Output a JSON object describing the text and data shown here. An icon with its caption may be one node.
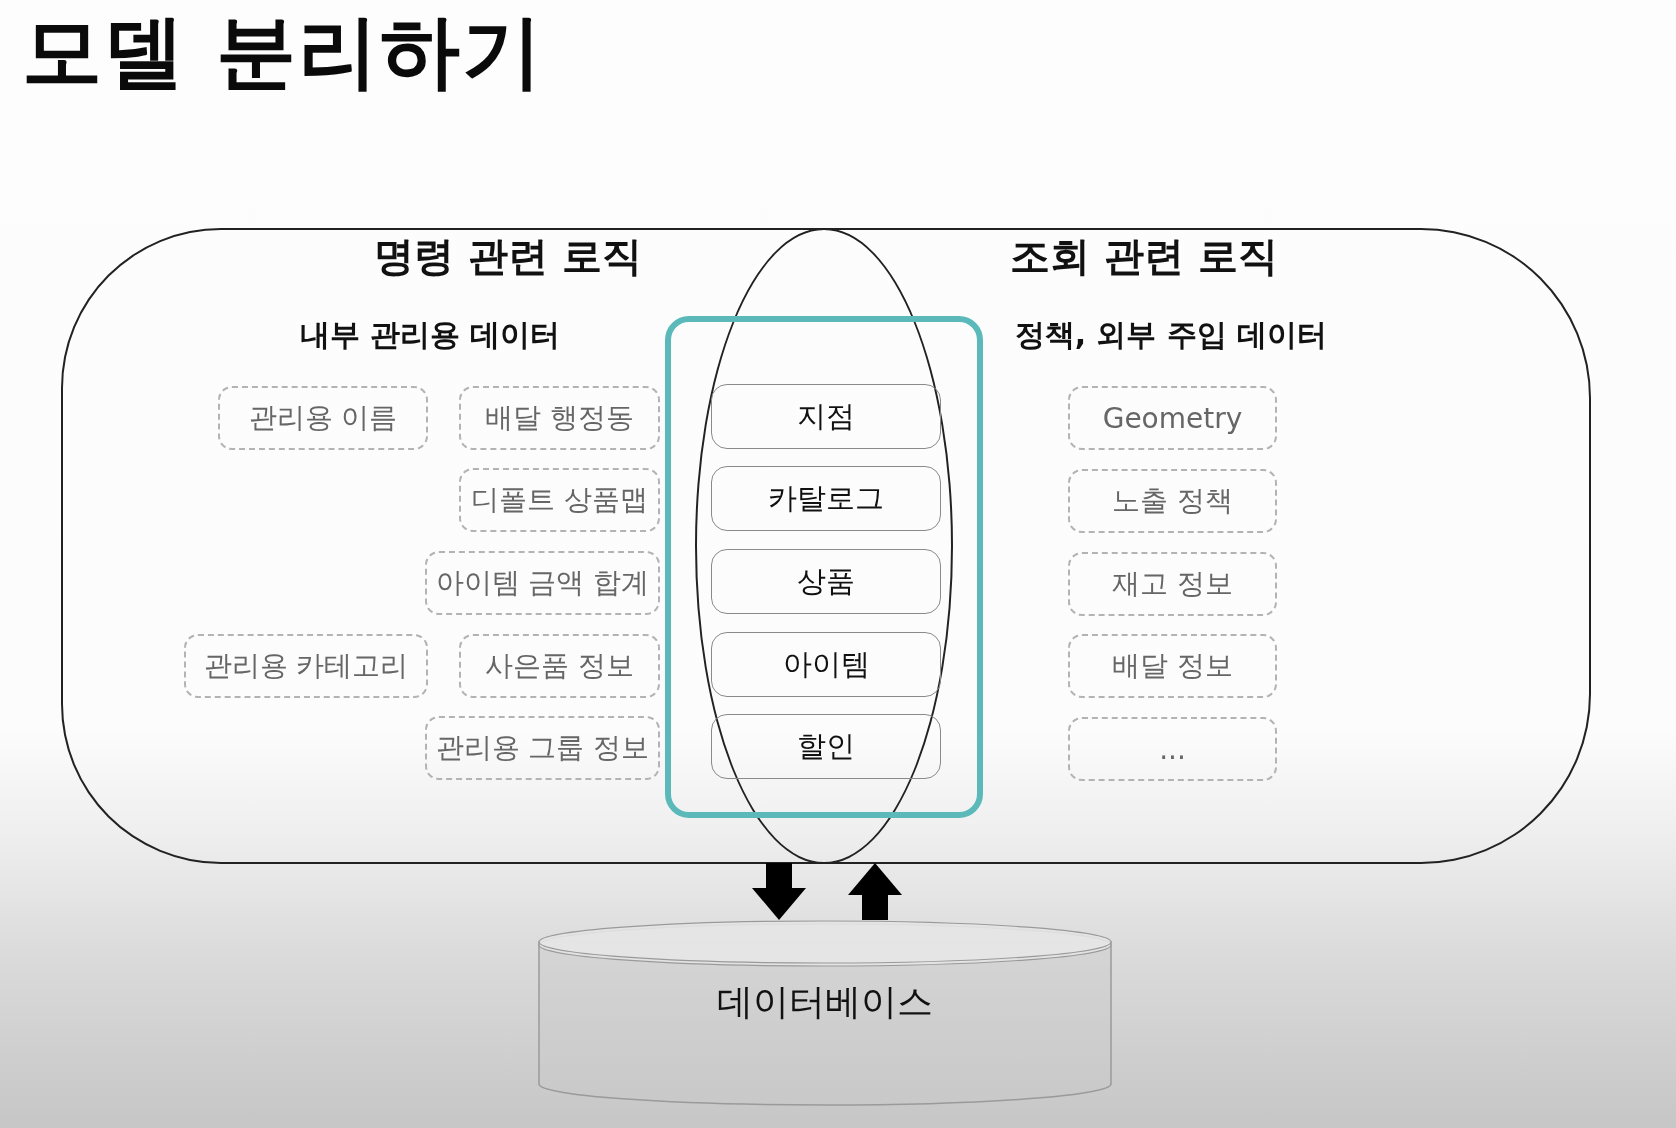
{
  "diagram": {
    "title": "모델 분리하기",
    "nodes": [
      {
        "text": [
          "명령 관련 로직",
          "내부 관리용 데이터"
        ]
      },
      {
        "text": [
          "관리용 이름"
        ],
        "in": 0
      },
      {
        "text": [
          "배달 행정동"
        ],
        "in": 0
      },
      {
        "text": [
          "디폴트 상품맵"
        ],
        "in": 0
      },
      {
        "text": [
          "아이템 금액 합계"
        ],
        "in": 0
      },
      {
        "text": [
          "관리용 카테고리"
        ],
        "in": 0
      },
      {
        "text": [
          "사은품 정보"
        ],
        "in": 0
      },
      {
        "text": [
          "관리용 그룹 정보"
        ],
        "in": 0
      },
      {
        "text": [],
        "shape": "box"
      },
      {
        "text": [
          "지점"
        ],
        "in": 8
      },
      {
        "text": [
          "카탈로그"
        ],
        "in": 8
      },
      {
        "text": [
          "상품"
        ],
        "in": 8
      },
      {
        "text": [
          "아이템"
        ],
        "in": 8
      },
      {
        "text": [
          "할인"
        ],
        "in": 8
      },
      {
        "text": [
          "조회 관련 로직",
          "정책, 외부 주입 데이터"
        ]
      },
      {
        "text": [
          "Geometry"
        ],
        "in": 14
      },
      {
        "text": [
          "노출 정책"
        ],
        "in": 14
      },
      {
        "text": [
          "재고 정보"
        ],
        "in": 14
      },
      {
        "text": [
          "배달 정보"
        ],
        "in": 14
      },
      {
        "text": [
          "..."
        ],
        "in": 14
      },
      {
        "text": [
          "데이터베이스"
        ]
      }
    ],
    "edges": [
      {
        "from": 0,
        "to": 20,
        "arrow": "to"
      },
      {
        "from": 20,
        "to": 14,
        "arrow": "to"
      }
    ]
  }
}
